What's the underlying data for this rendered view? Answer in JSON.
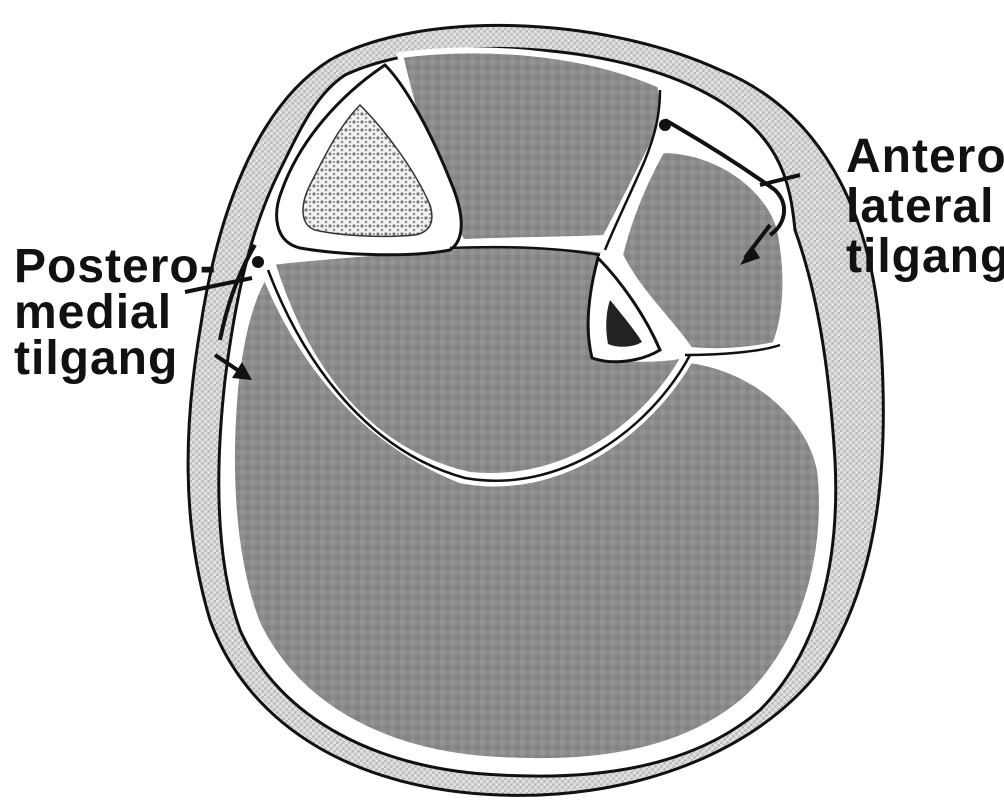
{
  "labels": {
    "anterolateral": [
      "Antero-",
      "lateral",
      "tilgang"
    ],
    "posteromedial": [
      "Postero-",
      "medial",
      "tilgang"
    ]
  },
  "colors": {
    "skin": "#c8c8c8",
    "compartment": "#8a8a8a",
    "fascia": "#ffffff",
    "outline": "#111111",
    "bone_cortex": "#ffffff",
    "bone_marrow": "#9a9a9a",
    "text": "#111111"
  }
}
